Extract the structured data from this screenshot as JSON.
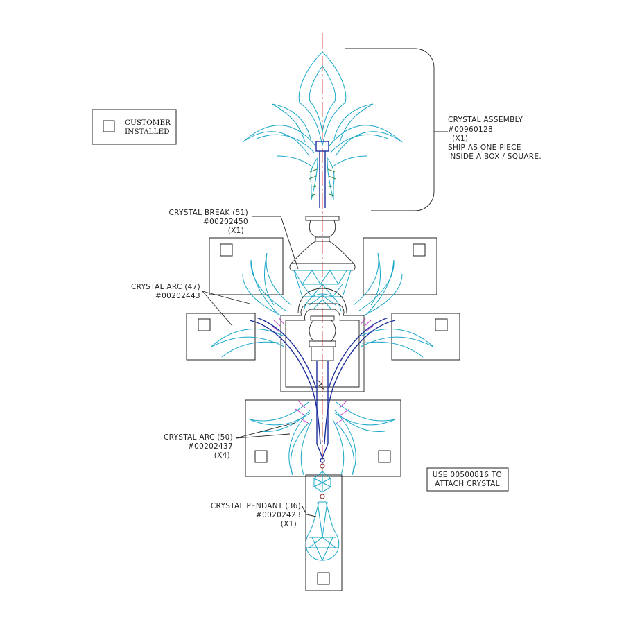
{
  "legend": {
    "line1": "CUSTOMER",
    "line2": "INSTALLED"
  },
  "callouts": {
    "assembly": {
      "line1": "CRYSTAL ASSEMBLY",
      "line2": "#00960128",
      "line3": "(X1)",
      "line4": "SHIP AS ONE PIECE",
      "line5": "INSIDE A BOX / SQUARE."
    },
    "break": {
      "line1": "CRYSTAL BREAK (51)",
      "line2": "#00202450",
      "line3": "(X1)"
    },
    "arc47": {
      "line1": "CRYSTAL ARC (47)",
      "line2": "#00202443"
    },
    "arc50": {
      "line1": "CRYSTAL ARC (50)",
      "line2": "#00202437",
      "line3": "(X4)"
    },
    "pendant": {
      "line1": "CRYSTAL PENDANT (36)",
      "line2": "#00202423",
      "line3": "(X1)"
    },
    "attach": {
      "line1": "USE 00500816 TO",
      "line2": "ATTACH CRYSTAL"
    }
  },
  "colors": {
    "crystal": "#19a7c9",
    "arm": "#1c2f9c",
    "accent": "#c43ad6",
    "leaf": "#2f8a3a",
    "centerline": "#d43c3c"
  }
}
